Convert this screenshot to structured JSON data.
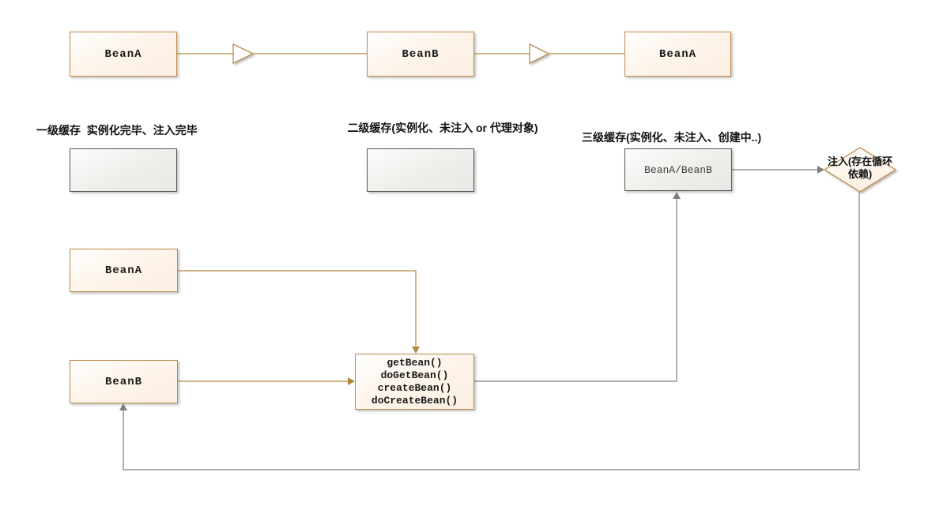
{
  "diagram": {
    "top_row": {
      "bean_a_left": "BeanA",
      "bean_b": "BeanB",
      "bean_a_right": "BeanA"
    },
    "caches": {
      "level1_label": "一级缓存  实例化完毕、注入完毕",
      "level2_label": "二级缓存(实例化、未注入 or 代理对象)",
      "level3_label": "三级缓存(实例化、未注入、创建中..)",
      "level3_box_text": "BeanA/BeanB"
    },
    "flow": {
      "bean_a": "BeanA",
      "bean_b": "BeanB",
      "methods": [
        "getBean()",
        "doGetBean()",
        "createBean()",
        "doCreateBean()"
      ],
      "inject_decision": "注入(存在循环依赖)"
    },
    "colors": {
      "orange_accent": "#bc8a4b",
      "orange_line": "#b3873f",
      "gray_border": "#565654",
      "gray_line": "#7f7f7f",
      "orange_fill_bottom": "#fcefe2",
      "gray_fill_bottom": "#e8e8e5"
    }
  }
}
